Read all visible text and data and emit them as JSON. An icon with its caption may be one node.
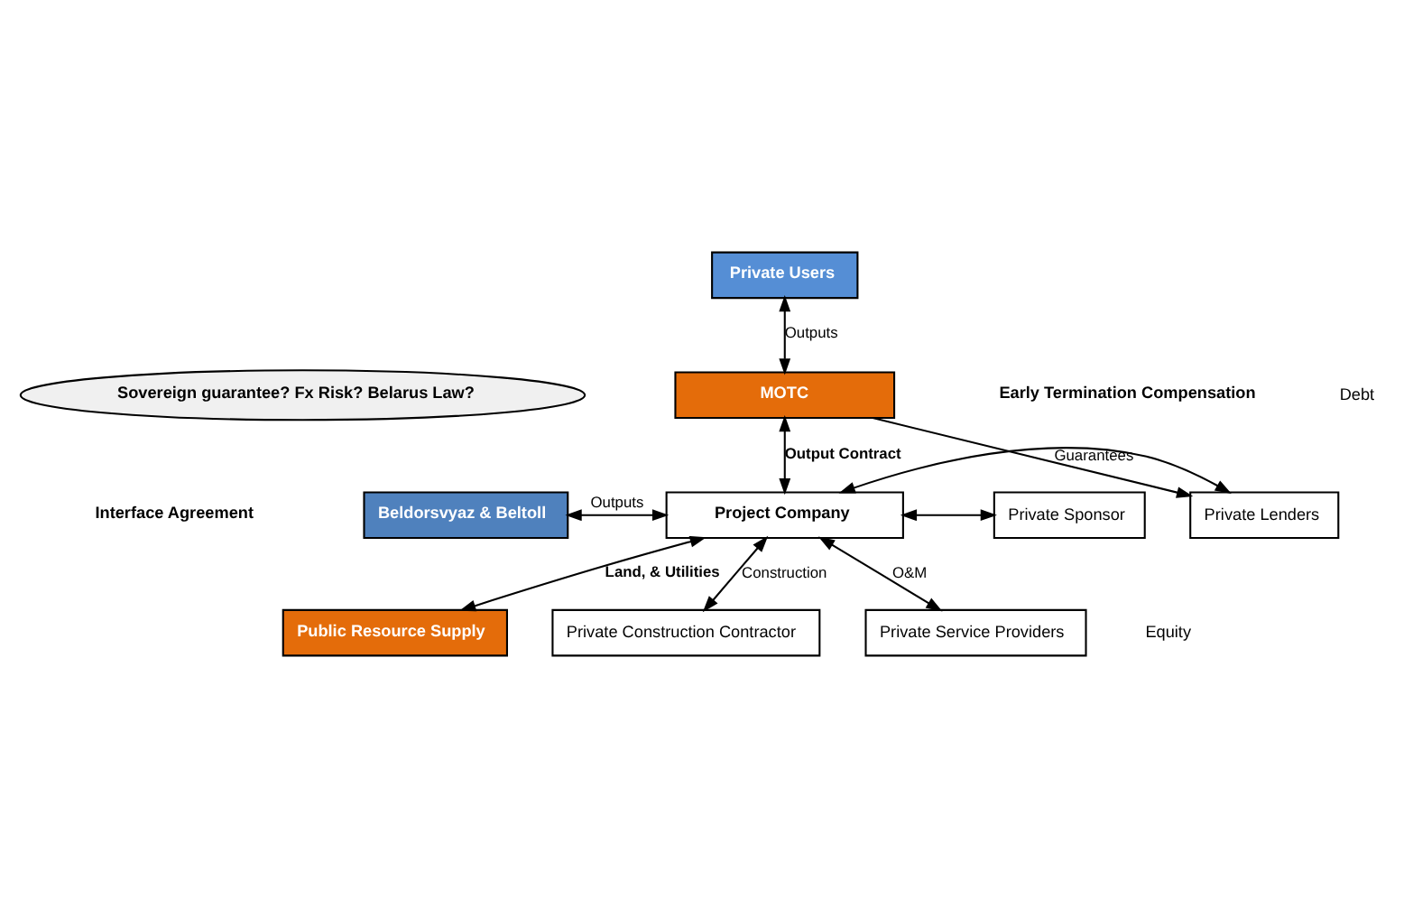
{
  "diagram": {
    "nodes": [
      {
        "text": [
          "Private Users"
        ]
      },
      {
        "text": [
          "Sovereign guarantee? Fx Risk? Belarus Law?"
        ]
      },
      {
        "text": [
          "MOTC"
        ]
      },
      {
        "text": [
          "Project Company"
        ]
      },
      {
        "text": [
          "Beldorsvyaz & Beltoll"
        ]
      },
      {
        "text": [
          "Private Lenders"
        ]
      },
      {
        "text": [
          "Private Sponsor"
        ]
      },
      {
        "text": [
          "Private Service Providers"
        ]
      },
      {
        "text": [
          "Public Resource Supply"
        ]
      },
      {
        "text": [
          "Private Construction Contractor"
        ]
      }
    ],
    "edges": [
      {
        "from": 0,
        "to": 2,
        "arrow": "both",
        "label": "Outputs"
      },
      {
        "from": 2,
        "to": 3,
        "arrow": "both",
        "label": "Output Contract"
      },
      {
        "from": 2,
        "to": 5,
        "arrow": "to",
        "label": "Guarantees"
      },
      {
        "from": 4,
        "to": 3,
        "arrow": "both",
        "label": "Outputs"
      },
      {
        "from": 3,
        "to": 5,
        "arrow": "both"
      },
      {
        "from": 3,
        "to": 6,
        "arrow": "both"
      },
      {
        "from": 3,
        "to": 7,
        "arrow": "both",
        "label": "O&M"
      },
      {
        "from": 3,
        "to": 8,
        "arrow": "both",
        "label": "Land, & Utilities"
      },
      {
        "from": 3,
        "to": 9,
        "arrow": "both",
        "label": "Construction"
      }
    ],
    "labels": [
      "Early Termination Compensation",
      "Interface Agreement",
      "Debt",
      "Equity"
    ]
  }
}
